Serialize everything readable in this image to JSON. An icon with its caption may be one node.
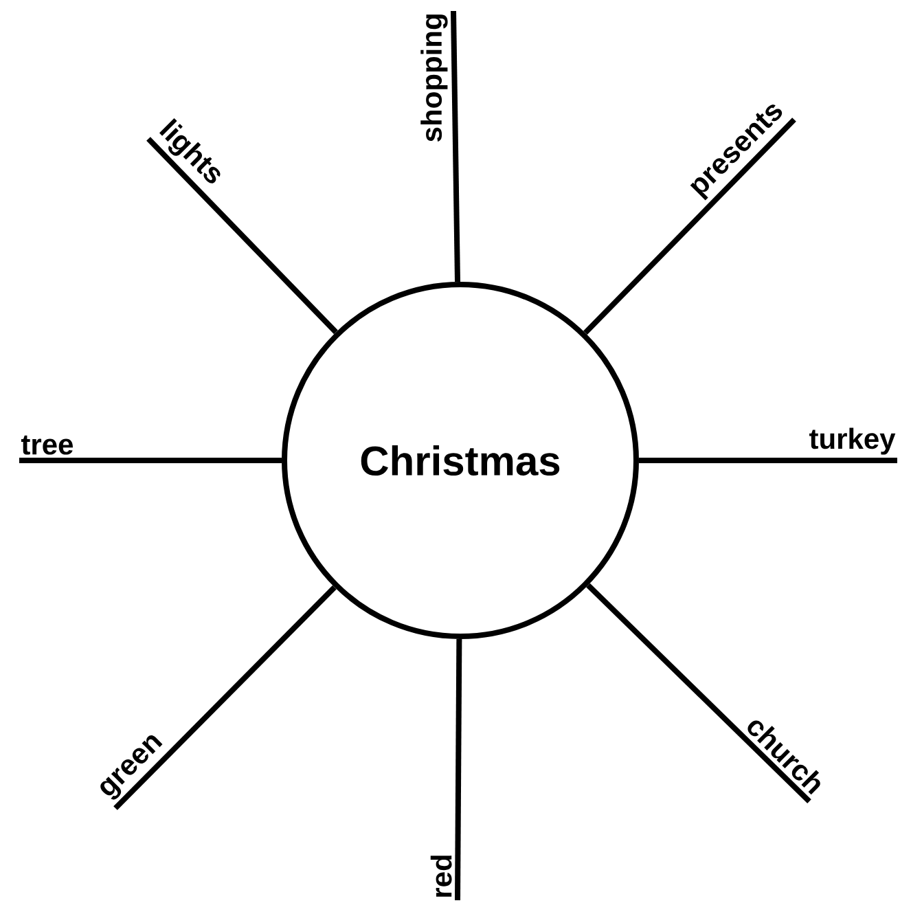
{
  "diagram": {
    "nodes": [
      {
        "text": [
          "Christmas"
        ]
      },
      {
        "text": [
          "shopping"
        ]
      },
      {
        "text": [
          "lights"
        ]
      },
      {
        "text": [
          "presents"
        ]
      },
      {
        "text": [
          "tree"
        ]
      },
      {
        "text": [
          "turkey"
        ]
      },
      {
        "text": [
          "green"
        ]
      },
      {
        "text": [
          "church"
        ]
      },
      {
        "text": [
          "red"
        ]
      }
    ],
    "edges": [
      {
        "from": 0,
        "to": 1,
        "arrow": "none"
      },
      {
        "from": 0,
        "to": 2,
        "arrow": "none"
      },
      {
        "from": 0,
        "to": 3,
        "arrow": "none"
      },
      {
        "from": 0,
        "to": 4,
        "arrow": "none"
      },
      {
        "from": 0,
        "to": 5,
        "arrow": "none"
      },
      {
        "from": 0,
        "to": 6,
        "arrow": "none"
      },
      {
        "from": 0,
        "to": 7,
        "arrow": "none"
      },
      {
        "from": 0,
        "to": 8,
        "arrow": "none"
      }
    ]
  }
}
